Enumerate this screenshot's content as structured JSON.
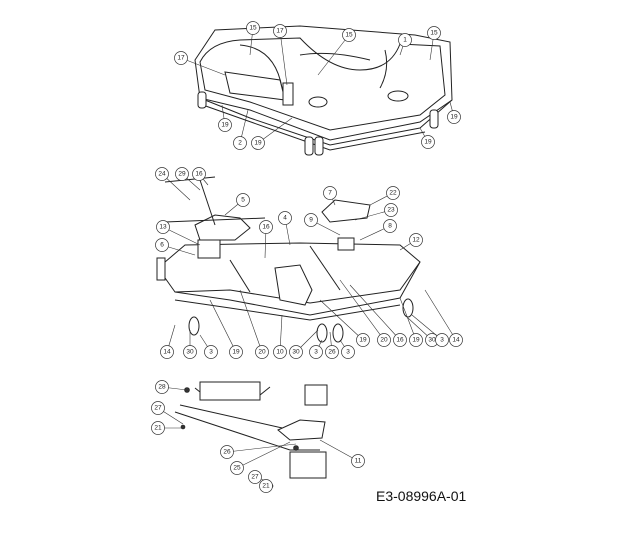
{
  "drawing_number": "E3-08996A-01",
  "callouts": {
    "top": [
      "15",
      "17",
      "15",
      "1",
      "15",
      "17",
      "19",
      "2",
      "19",
      "19",
      "19"
    ],
    "middle": [
      "24",
      "29",
      "16",
      "5",
      "7",
      "22",
      "23",
      "4",
      "9",
      "8",
      "16",
      "12",
      "13",
      "6",
      "14",
      "30",
      "3",
      "19",
      "20",
      "10",
      "30",
      "3",
      "26",
      "3",
      "19",
      "20",
      "16",
      "19",
      "30",
      "3",
      "14"
    ],
    "bottom": [
      "28",
      "27",
      "21",
      "26",
      "25",
      "27",
      "21",
      "11"
    ]
  }
}
